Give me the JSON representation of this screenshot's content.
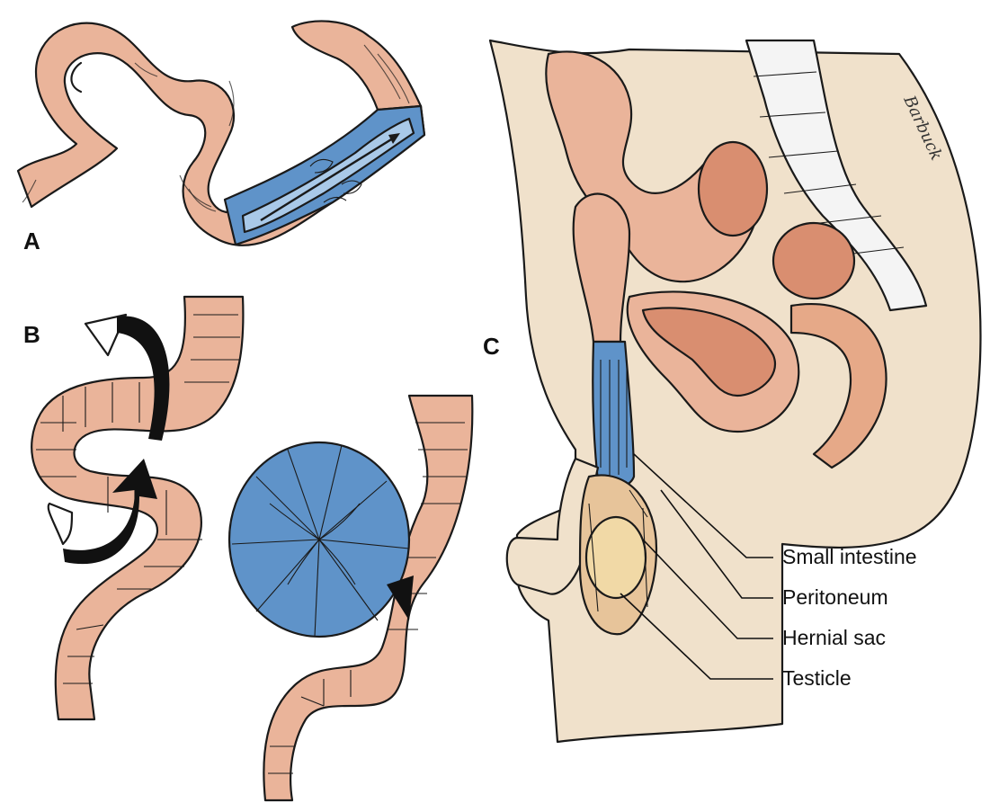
{
  "panels": {
    "a": {
      "letter": "A"
    },
    "b": {
      "letter": "B"
    },
    "c": {
      "letter": "C"
    }
  },
  "callouts": [
    {
      "label": "Small intestine"
    },
    {
      "label": "Peritoneum"
    },
    {
      "label": "Hernial sac"
    },
    {
      "label": "Testicle"
    }
  ],
  "signature": "Barbuck",
  "colors": {
    "intestine": "#eab49a",
    "intestine_dark": "#c98468",
    "affected_blue": "#5f93c9",
    "affected_blue_dark": "#2c5f93",
    "skin": "#f0e1cb",
    "bone": "#f4f4f4",
    "testicle": "#f1d9a6",
    "ink": "#1a1a1a"
  }
}
